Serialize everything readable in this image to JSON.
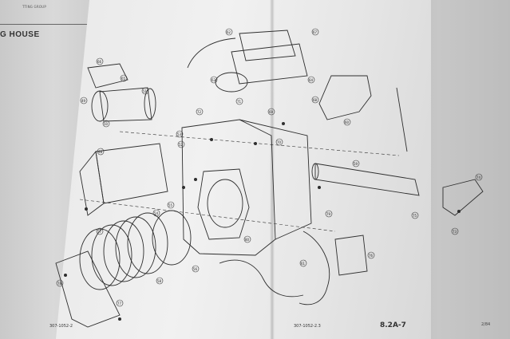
{
  "document": {
    "left_page": {
      "header_fragment": "TTING GROUP",
      "title_fragment": "G HOUSE"
    },
    "footer": {
      "left": "307-1052-2",
      "center": "307-1052-2.3",
      "page_number": "8.2A-7",
      "right": "2/84"
    },
    "callouts": [
      "48",
      "49",
      "50",
      "51",
      "52",
      "53",
      "54",
      "55",
      "56",
      "57",
      "58",
      "59",
      "60",
      "61",
      "62",
      "63",
      "64",
      "65",
      "66",
      "67",
      "68",
      "69",
      "70",
      "71",
      "72",
      "73",
      "74",
      "75",
      "76",
      "77",
      "78",
      "79",
      "80"
    ]
  }
}
